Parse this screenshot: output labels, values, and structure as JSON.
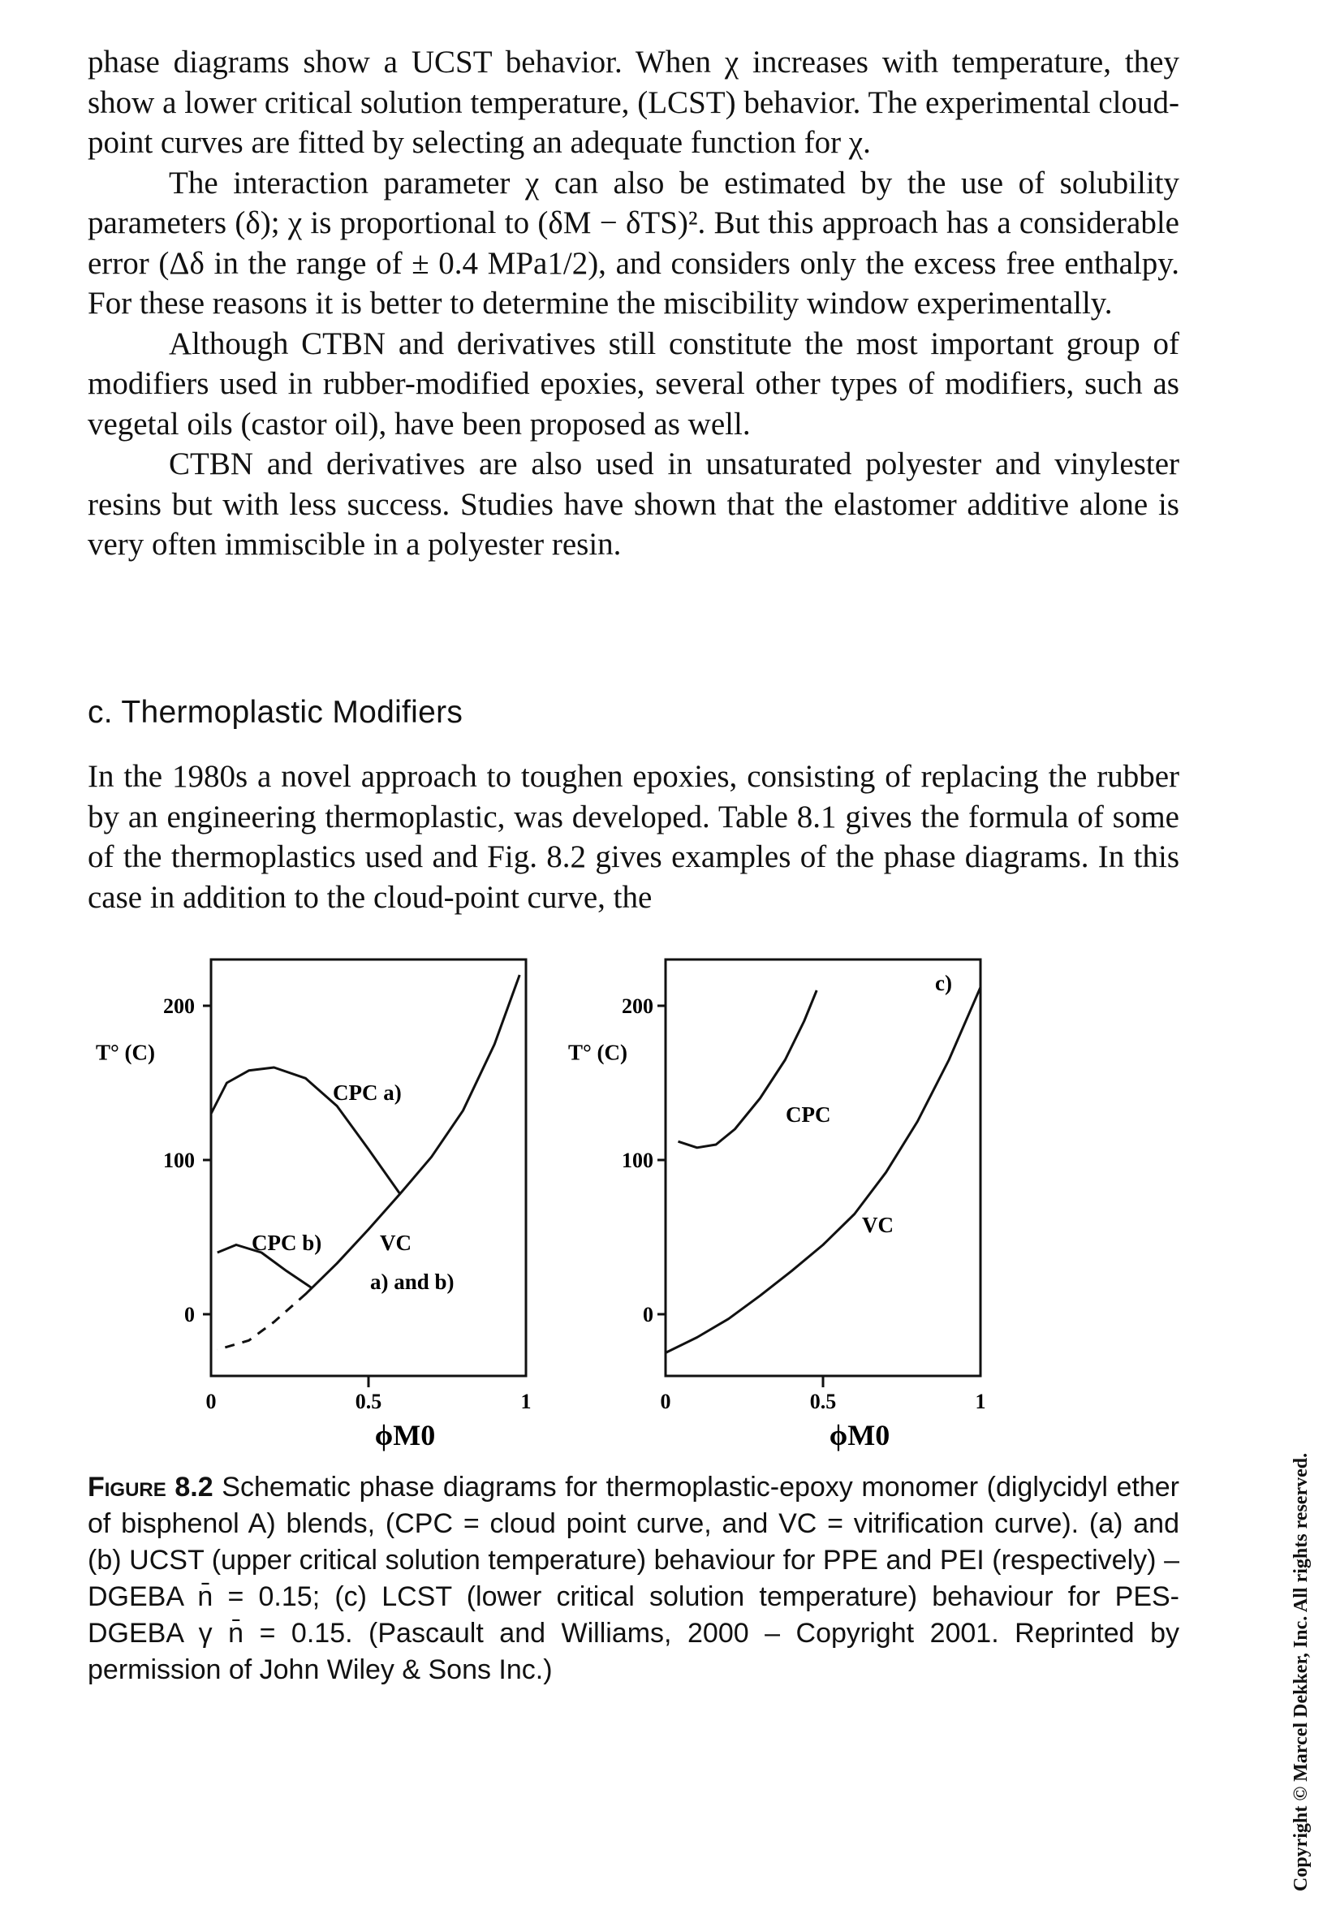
{
  "paragraphs": [
    "phase diagrams show a UCST behavior. When χ increases with temperature, they show a lower critical solution temperature, (LCST) behavior. The experimental cloud-point curves are fitted by selecting an adequate function for χ.",
    "The interaction parameter χ can also be estimated by the use of solubility parameters (δ); χ is proportional to (δM − δTS)². But this approach has a considerable error (Δδ in the range of ± 0.4 MPa1/2), and considers only the excess free enthalpy. For these reasons it is better to determine the miscibility window experimentally.",
    "Although CTBN and derivatives still constitute the most important group of modifiers used in rubber-modified epoxies, several other types of modifiers, such as vegetal oils (castor oil), have been proposed as well.",
    "CTBN and derivatives are also used in unsaturated polyester and vinylester resins but with less success. Studies have shown that the elastomer additive alone is very often immiscible in a polyester resin."
  ],
  "heading": "c.  Thermoplastic Modifiers",
  "paragraph_after_heading": "In the 1980s a novel approach to toughen epoxies, consisting of replacing the rubber by an engineering thermoplastic, was developed. Table 8.1 gives the formula of some of the thermoplastics used and Fig. 8.2 gives examples of the phase diagrams. In this case in addition to the cloud-point curve, the",
  "chart_data": [
    {
      "type": "line",
      "ylabel": "T° (C)",
      "xlabel": "ϕM0",
      "x_ticks": [
        "0",
        "0.5",
        "1"
      ],
      "y_ticks": [
        "200",
        "100",
        "0"
      ],
      "xlim": [
        0,
        1
      ],
      "ylim": [
        -40,
        230
      ],
      "series": [
        {
          "name": "CPC a)",
          "x": [
            0,
            0.05,
            0.12,
            0.2,
            0.3,
            0.4,
            0.5,
            0.6
          ],
          "y": [
            130,
            150,
            158,
            160,
            153,
            135,
            107,
            78
          ]
        },
        {
          "name": "CPC b)",
          "x": [
            0.02,
            0.08,
            0.16,
            0.24,
            0.32
          ],
          "y": [
            40,
            45,
            40,
            28,
            17
          ]
        },
        {
          "name": "VC a) and b)",
          "x": [
            0.02,
            0.12,
            0.2,
            0.3,
            0.4,
            0.5,
            0.6,
            0.7,
            0.8,
            0.9,
            0.98
          ],
          "y": [
            -23,
            -17,
            -5,
            13,
            33,
            55,
            78,
            102,
            132,
            175,
            220
          ]
        }
      ],
      "annotations": [
        "CPC a)",
        "CPC b)",
        "VC",
        "a) and b)"
      ]
    },
    {
      "type": "line",
      "ylabel": "T° (C)",
      "xlabel": "ϕM0",
      "x_ticks": [
        "0",
        "0.5",
        "1"
      ],
      "y_ticks": [
        "200",
        "100",
        "0"
      ],
      "xlim": [
        0,
        1
      ],
      "ylim": [
        -40,
        230
      ],
      "series": [
        {
          "name": "CPC",
          "x": [
            0.04,
            0.1,
            0.16,
            0.22,
            0.3,
            0.38,
            0.44,
            0.48
          ],
          "y": [
            112,
            108,
            110,
            120,
            140,
            165,
            190,
            210
          ]
        },
        {
          "name": "VC",
          "x": [
            0,
            0.1,
            0.2,
            0.3,
            0.4,
            0.5,
            0.6,
            0.7,
            0.8,
            0.9,
            1.0
          ],
          "y": [
            -25,
            -15,
            -3,
            12,
            28,
            45,
            65,
            92,
            125,
            165,
            212
          ]
        }
      ],
      "annotations": [
        "CPC",
        "VC",
        "c)"
      ]
    }
  ],
  "caption": {
    "label": "Figure 8.2",
    "text": "Schematic phase diagrams for thermoplastic-epoxy monomer (diglycidyl ether of bisphenol A) blends, (CPC = cloud point curve, and VC = vitrification curve). (a) and (b) UCST (upper critical solution temperature) behaviour for PPE and PEI (respectively) – DGEBA n̄ = 0.15; (c) LCST (lower critical solution temperature) behaviour for PES-DGEBA γ n̄ = 0.15. (Pascault and Williams, 2000 – Copyright 2001. Reprinted by permission of John Wiley & Sons Inc.)"
  },
  "copyright": "Copyright © Marcel Dekker, Inc. All rights reserved."
}
